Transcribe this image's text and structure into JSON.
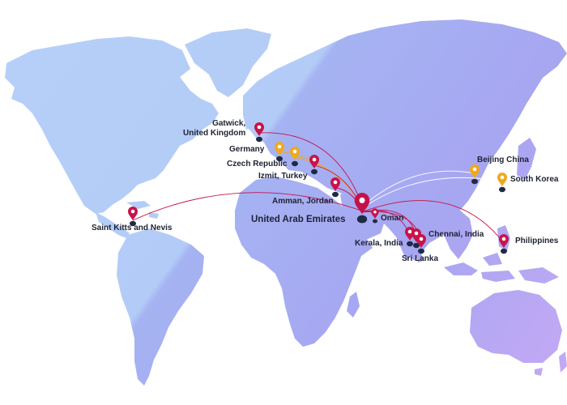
{
  "map": {
    "hub": {
      "label": "United Arab Emirates",
      "color": "#c4124a"
    },
    "pin_colors": {
      "red": "#c8144b",
      "yellow": "#f0a81e",
      "marker_dot": "#1f2a44"
    },
    "route_color": "#c4124a",
    "land_colors": [
      "#b3cdf7",
      "#a9b8f4",
      "#b0a4f2",
      "#c3a8f4"
    ],
    "locations": [
      {
        "id": "gatwick",
        "lines": [
          "Gatwick,",
          "United Kingdom"
        ],
        "pin": "red"
      },
      {
        "id": "germany",
        "label": "Germany",
        "pin": "yellow"
      },
      {
        "id": "czech",
        "label": "Czech Republic",
        "pin": "yellow"
      },
      {
        "id": "izmit",
        "label": "Izmit, Turkey",
        "pin": "red"
      },
      {
        "id": "amman",
        "label": "Amman, Jordan",
        "pin": "red"
      },
      {
        "id": "oman",
        "label": "Oman",
        "pin": "red"
      },
      {
        "id": "kerala",
        "label": "Kerala, India",
        "pin": "red"
      },
      {
        "id": "chennai",
        "label": "Chennai, India",
        "pin": "red"
      },
      {
        "id": "srilanka",
        "label": "Sri Lanka",
        "pin": "red"
      },
      {
        "id": "beijing",
        "label": "Beijing China",
        "pin": "yellow"
      },
      {
        "id": "korea",
        "label": "South Korea",
        "pin": "yellow"
      },
      {
        "id": "philippines",
        "label": "Philippines",
        "pin": "red"
      },
      {
        "id": "stkitts",
        "label": "Saint Kitts and Nevis",
        "pin": "red"
      }
    ]
  }
}
